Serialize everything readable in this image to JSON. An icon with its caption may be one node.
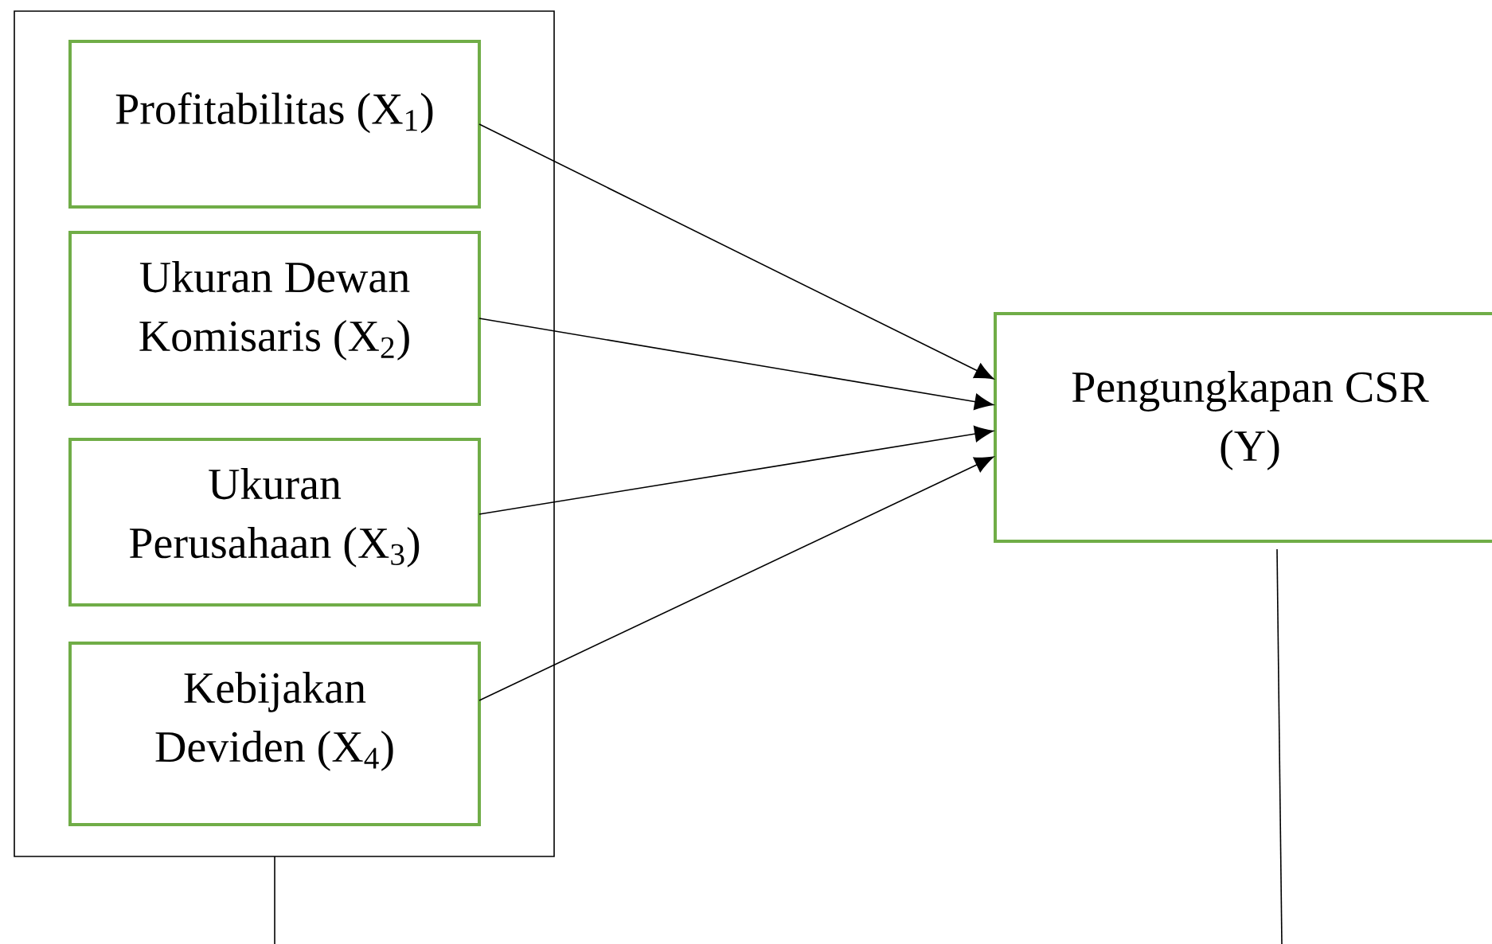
{
  "diagram": {
    "nodes": [
      {
        "text": [],
        "shape": "box"
      },
      {
        "text": [
          "Profitabilitas (X$_{1}$)"
        ],
        "in": 0
      },
      {
        "text": [
          "Ukuran Dewan Komisaris (X$_{2}$)"
        ],
        "in": 0
      },
      {
        "text": [
          "Ukuran Perusahaan (X$_{3}$)"
        ],
        "in": 0
      },
      {
        "text": [
          "Kebijakan Deviden (X$_{4}$)"
        ],
        "in": 0
      },
      {
        "text": [
          "Pengungkapan CSR (Y)"
        ]
      }
    ],
    "edges": [
      {
        "from": 1,
        "to": 5,
        "arrow": "to"
      },
      {
        "from": 2,
        "to": 5,
        "arrow": "to"
      },
      {
        "from": 3,
        "to": 5,
        "arrow": "to"
      },
      {
        "from": 4,
        "to": 5,
        "arrow": "to"
      },
      {
        "from": 0,
        "to": null,
        "arrow": "none"
      },
      {
        "from": 5,
        "to": null,
        "arrow": "none"
      }
    ]
  }
}
